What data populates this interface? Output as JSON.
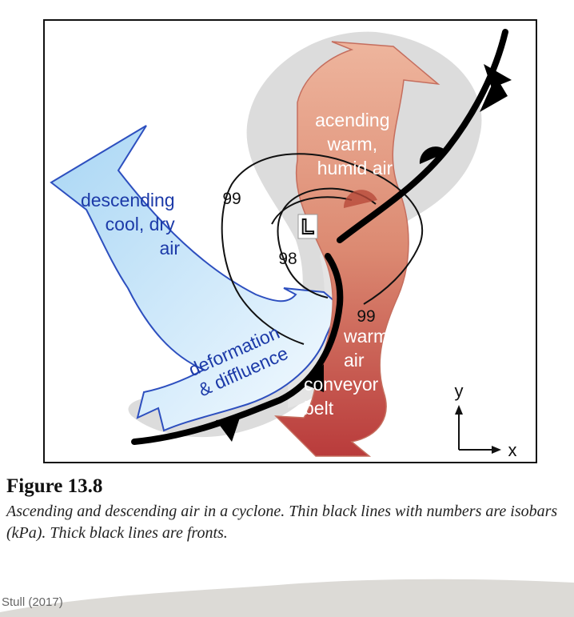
{
  "diagram": {
    "blue_arrow_label": [
      "descending",
      "cool, dry",
      "air"
    ],
    "diffluence_label": [
      "deformation",
      "& diffluence"
    ],
    "warm_top_label": [
      "acending",
      "warm,",
      "humid air"
    ],
    "warm_bottom_label": [
      "warm-",
      "air",
      "conveyor",
      "belt"
    ],
    "low_label": "L",
    "isobar_labels": [
      "99",
      "98",
      "99"
    ],
    "axis_y": "y",
    "axis_x": "x",
    "colors": {
      "warm_arrow": "#dd8a72",
      "cool_arrow": "#bfe0f7",
      "cloud": "#dcdcdc",
      "front": "#000000"
    }
  },
  "caption": {
    "title": "Figure 13.8",
    "text": "Ascending and descending air in a cyclone.  Thin black lines with numbers are isobars (kPa).  Thick black lines are fronts."
  },
  "credit": "Stull (2017)"
}
